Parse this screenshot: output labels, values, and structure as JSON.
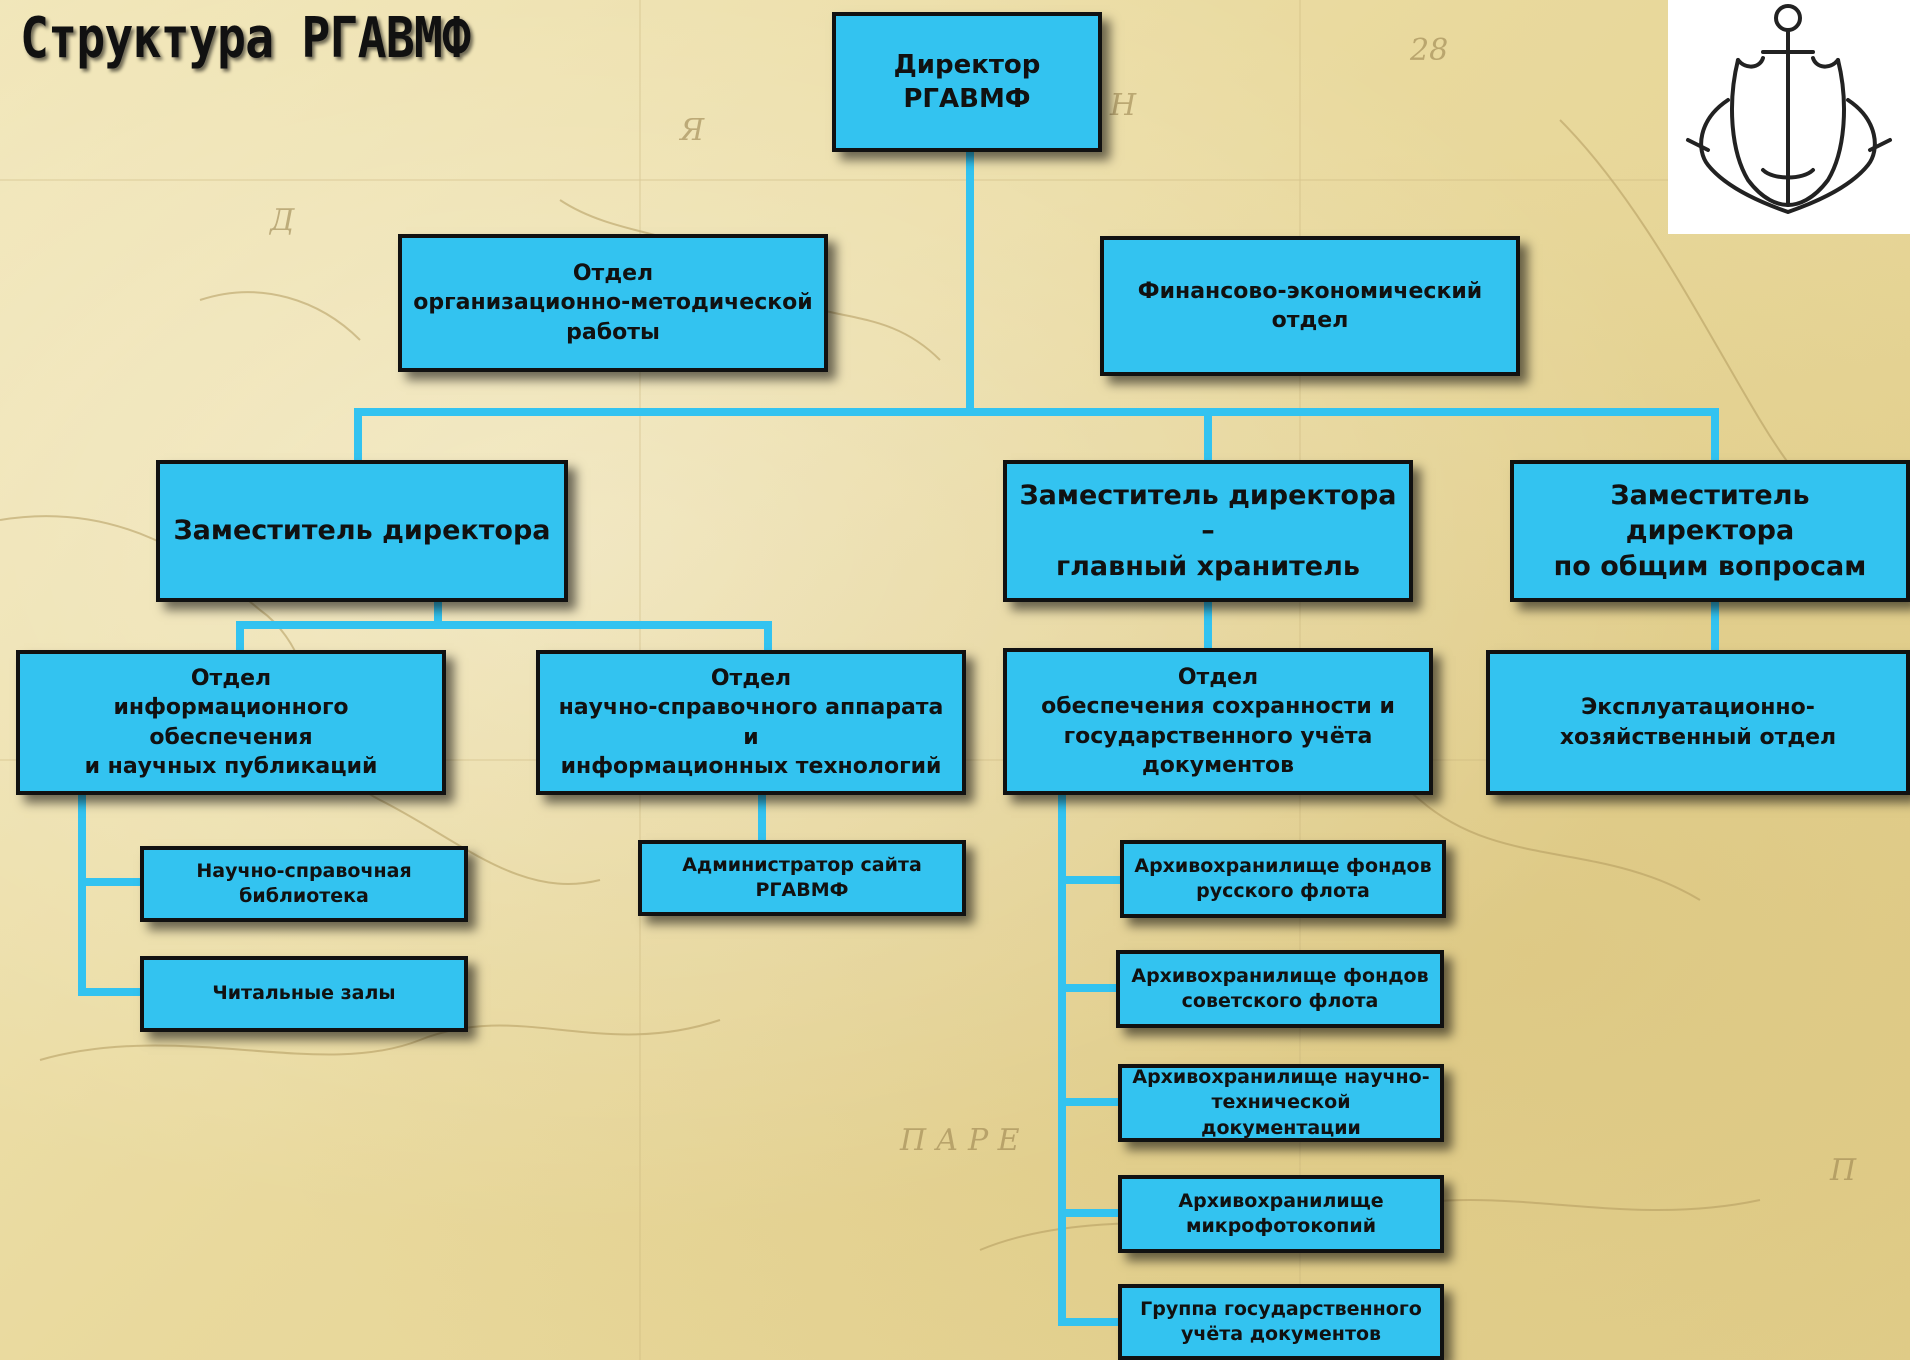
{
  "title": "Структура РГАВМФ",
  "colors": {
    "box_fill": "#33c3f0",
    "box_border": "#111111",
    "connector": "#33c3f0"
  },
  "logo": {
    "icon": "anchor-scroll-emblem"
  },
  "nodes": {
    "director": "Директор\nРГАВМФ",
    "org_method_dept": "Отдел\nорганизационно-методической\nработы",
    "finance_dept": "Финансово-экономический\nотдел",
    "deputy_director": "Заместитель директора",
    "deputy_chief_keeper": "Заместитель директора –\nглавный хранитель",
    "deputy_general": "Заместитель директора\nпо общим вопросам",
    "info_publications_dept": "Отдел\nинформационного обеспечения\nи научных публикаций",
    "reference_it_dept": "Отдел\nнаучно-справочного аппарата и\nинформационных технологий",
    "preservation_dept": "Отдел\nобеспечения сохранности и\nгосударственного учёта\nдокументов",
    "maintenance_dept": "Эксплуатационно-\nхозяйственный отдел",
    "reference_library": "Научно-справочная\nбиблиотека",
    "reading_rooms": "Читальные залы",
    "site_admin": "Администратор сайта\nРГАВМФ",
    "archive_russian_fleet": "Архивохранилище фондов\nрусского флота",
    "archive_soviet_fleet": "Архивохранилище фондов\nсоветского флота",
    "archive_technical": "Архивохранилище научно-\nтехнической документации",
    "archive_microfilm": "Архивохранилище\nмикрофотокопий",
    "state_registration_group": "Группа государственного\nучёта документов"
  }
}
